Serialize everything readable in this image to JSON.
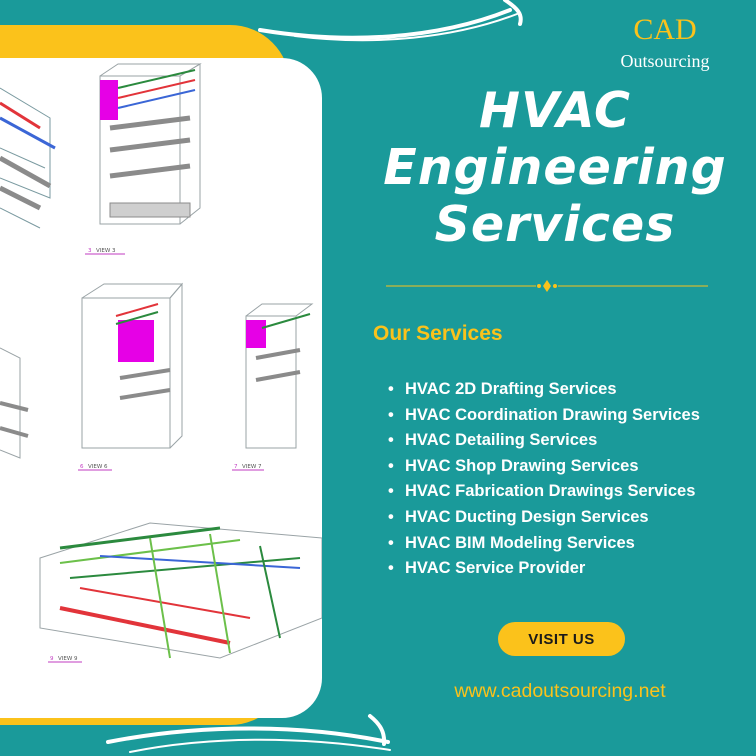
{
  "brand": {
    "line1": "CAD",
    "line2": "Outsourcing"
  },
  "headline": {
    "line1": "HVAC",
    "line2": "Engineering",
    "line3": "Services"
  },
  "divider_icon": "diamond-flourish-icon",
  "services": {
    "heading": "Our Services",
    "items": [
      "HVAC 2D Drafting Services",
      "HVAC Coordination Drawing Services",
      "HVAC Detailing Services",
      "HVAC Shop Drawing  Services",
      "HVAC Fabrication Drawings Services",
      "HVAC Ducting Design Services",
      "HVAC BIM Modeling Services",
      "HVAC Service Provider"
    ]
  },
  "cta": {
    "label": "VISIT US"
  },
  "website": "www.cadoutsourcing.net",
  "drawing_labels": {
    "view3": "VIEW 3",
    "view6": "VIEW 6",
    "view7": "VIEW 7",
    "view9": "VIEW 9",
    "n3": "3",
    "n6": "6",
    "n7": "7",
    "n9": "9"
  },
  "colors": {
    "teal": "#1a9a9a",
    "yellow": "#fbc21b",
    "white": "#ffffff",
    "magenta": "#e600e6"
  }
}
